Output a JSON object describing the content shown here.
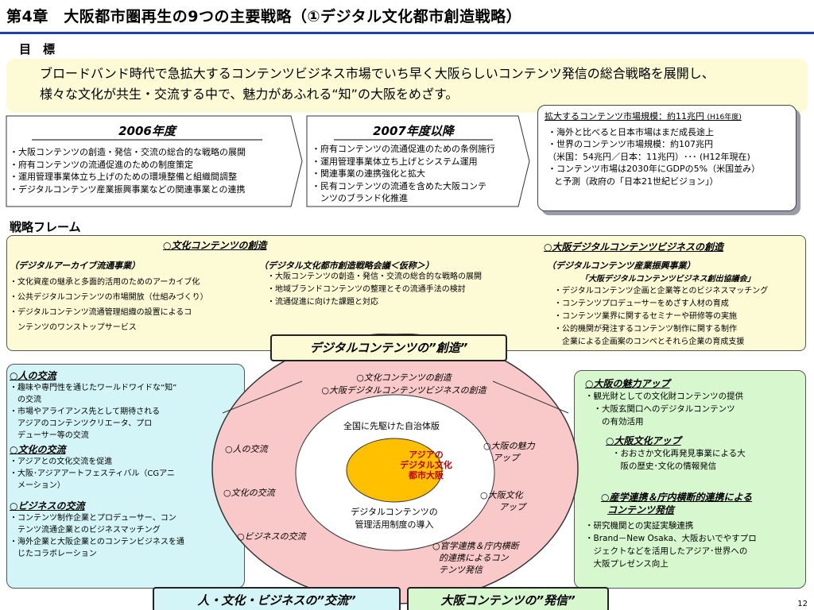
{
  "title": "第4章　大阪都市圏再生の9つの主要戦略（①デジタル文化都市創造戦略）",
  "goal": {
    "heading": "目　標",
    "lines": [
      "ブロードバンド時代で急拡大するコンテンツビジネス市場でいち早く大阪らしいコンテンツ発信の総合戦略を展開し、",
      "様々な文化が共生・交流する中で、魅力があふれる“知”の大阪をめざす。"
    ]
  },
  "timeline": [
    {
      "year": "2006年度",
      "items": [
        "・大阪コンテンツの創造・発信・交流の総合的な戦略の展開",
        "・府有コンテンツの流通促進のための制度策定",
        "・運用管理事業体立ち上げのための環境整備と組織間調整",
        "・デジタルコンテンツ産業振興事業などの関連事業との連携"
      ]
    },
    {
      "year": "2007年度以降",
      "items": [
        "・府有コンテンツの流通促進のための条例施行",
        "・運用管理事業体立ち上げとシステム運用",
        "・関連事業の連携強化と拡大",
        "・民有コンテンツの流通を含めた大阪コンテ",
        "　ンツのブランド化推進"
      ]
    }
  ],
  "market": {
    "heading": "拡大するコンテンツ市場規模：約11兆円",
    "heading_note": "(H16年度)",
    "lines": [
      "・海外と比べると日本市場はまだ成長途上",
      "・世界のコンテンツ市場規模：約107兆円",
      "（米国：54兆円／日本：11兆円）･･･ (H12年現在)",
      "・コンテンツ市場は2030年にGDPの5%（米国並み）",
      "と予測（政府の「日本21世紀ビジョン」）"
    ]
  },
  "framework": {
    "heading": "戦略フレーム",
    "creation": {
      "title": "○文化コンテンツの創造",
      "archive_title": "（デジタルアーカイブ流通事業）",
      "archive_items": [
        "・文化資産の継承と多面的活用のためのアーカイブ化",
        "・公共デジタルコンテンツの市場開放（仕組みづくり）",
        "・デジタルコンテンツ流通管理組織の設置によるコ",
        "　ンテンツのワンストップサービス"
      ],
      "council_title": "（デジタル文化都市創造戦略会議＜仮称＞）",
      "council_items": [
        "・大阪コンテンツの創造・発信・交流の総合的な戦略の展開",
        "・地域ブランドコンテンツの整理とその流通手法の検討",
        "・流通促進に向けた課題と対応"
      ]
    },
    "business": {
      "title": "○大阪デジタルコンテンツビジネスの創造",
      "sub_title": "（デジタルコンテンツ産業振興事業）",
      "council": "「大阪デジタルコンテンツビジネス創出協議会」",
      "items": [
        "・デジタルコンテンツ企画と企業等とのビジネスマッチング",
        "・コンテンツプロデューサーをめざす人材の育成",
        "・コンテンツ業界に関するセミナーや研修等の実施",
        "・公的機関が発注するコンテンツ制作に関する制作",
        "　企業による企画案のコンペとそれら企業の育成支援"
      ]
    }
  },
  "pills": {
    "creation": "デジタルコンテンツの”創造”",
    "exchange": "人・文化・ビジネスの”交流”",
    "dispatch": "大阪コンテンツの”発信”"
  },
  "exchange": {
    "people_title": "○人の交流",
    "people_items": [
      "・趣味や専門性を通じたワールドワイドな“知”",
      "　の交流",
      "・市場やアライアンス先として期待される",
      "　アジアのコンテンツクリエータ、プロ",
      "　デューサー等の交流"
    ],
    "culture_title": "○文化の交流",
    "culture_items": [
      "・アジアとの文化交流を促進",
      "・大阪･アジアアートフェスティバル（CGアニ",
      "　メーション）"
    ],
    "business_title": "○ビジネスの交流",
    "business_items": [
      "・コンテンツ制作企業とプロデューサー、コン",
      "　テンツ流通企業とのビジネスマッチング",
      "・海外企業と大阪企業とのコンテンビジネスを通",
      "　じたコラボレーション"
    ]
  },
  "dispatch": {
    "charm_title": "○大阪の魅力アップ",
    "charm_items": [
      "・観光財としての文化財コンテンツの提供",
      "　・大阪玄関口へのデジタルコンテンツ",
      "　　の有効活用"
    ],
    "culture_title": "○大阪文化アップ",
    "culture_items": [
      "・おおさか文化再発見事業による大",
      "　阪の歴史･文化の情報発信"
    ],
    "industry_title": [
      "○産学連携＆庁内横断的連携による",
      "コンテンツ発信"
    ],
    "industry_items": [
      "・研究機関との実証実験連携",
      "・Brand－New Osaka、大阪おいでやすプロ",
      "　ジェクトなどを活用したアジア･世界への",
      "　大阪プレゼンス向上"
    ]
  },
  "center": {
    "top_lines": [
      "○文化コンテンツの創造",
      "○大阪デジタルコンテンツビジネスの創造"
    ],
    "left": [
      "○人の交流",
      "○文化の交流",
      "○ビジネスの交流"
    ],
    "right_charm": [
      "○大阪の魅力",
      "アップ"
    ],
    "right_culture": [
      "○大阪文化",
      "アップ"
    ],
    "bottom_right": [
      "○官学連携＆庁内横断",
      "的連携によるコン",
      "テンツ発信"
    ],
    "inner_top": "全国に先駆けた自治体版",
    "core": [
      "アジアの",
      "デジタル文化",
      "都市大阪"
    ],
    "inner_bottom": [
      "デジタルコンテンツの",
      "管理活用制度の導入"
    ]
  },
  "page_number": "12",
  "colors": {
    "rule": "#1f3fae",
    "goal_bg": "#fdfbd6",
    "left_bg": "#d4f5f7",
    "right_bg": "#d7f8cf",
    "ring": "#f9c8c8",
    "core": "#ffc000"
  }
}
